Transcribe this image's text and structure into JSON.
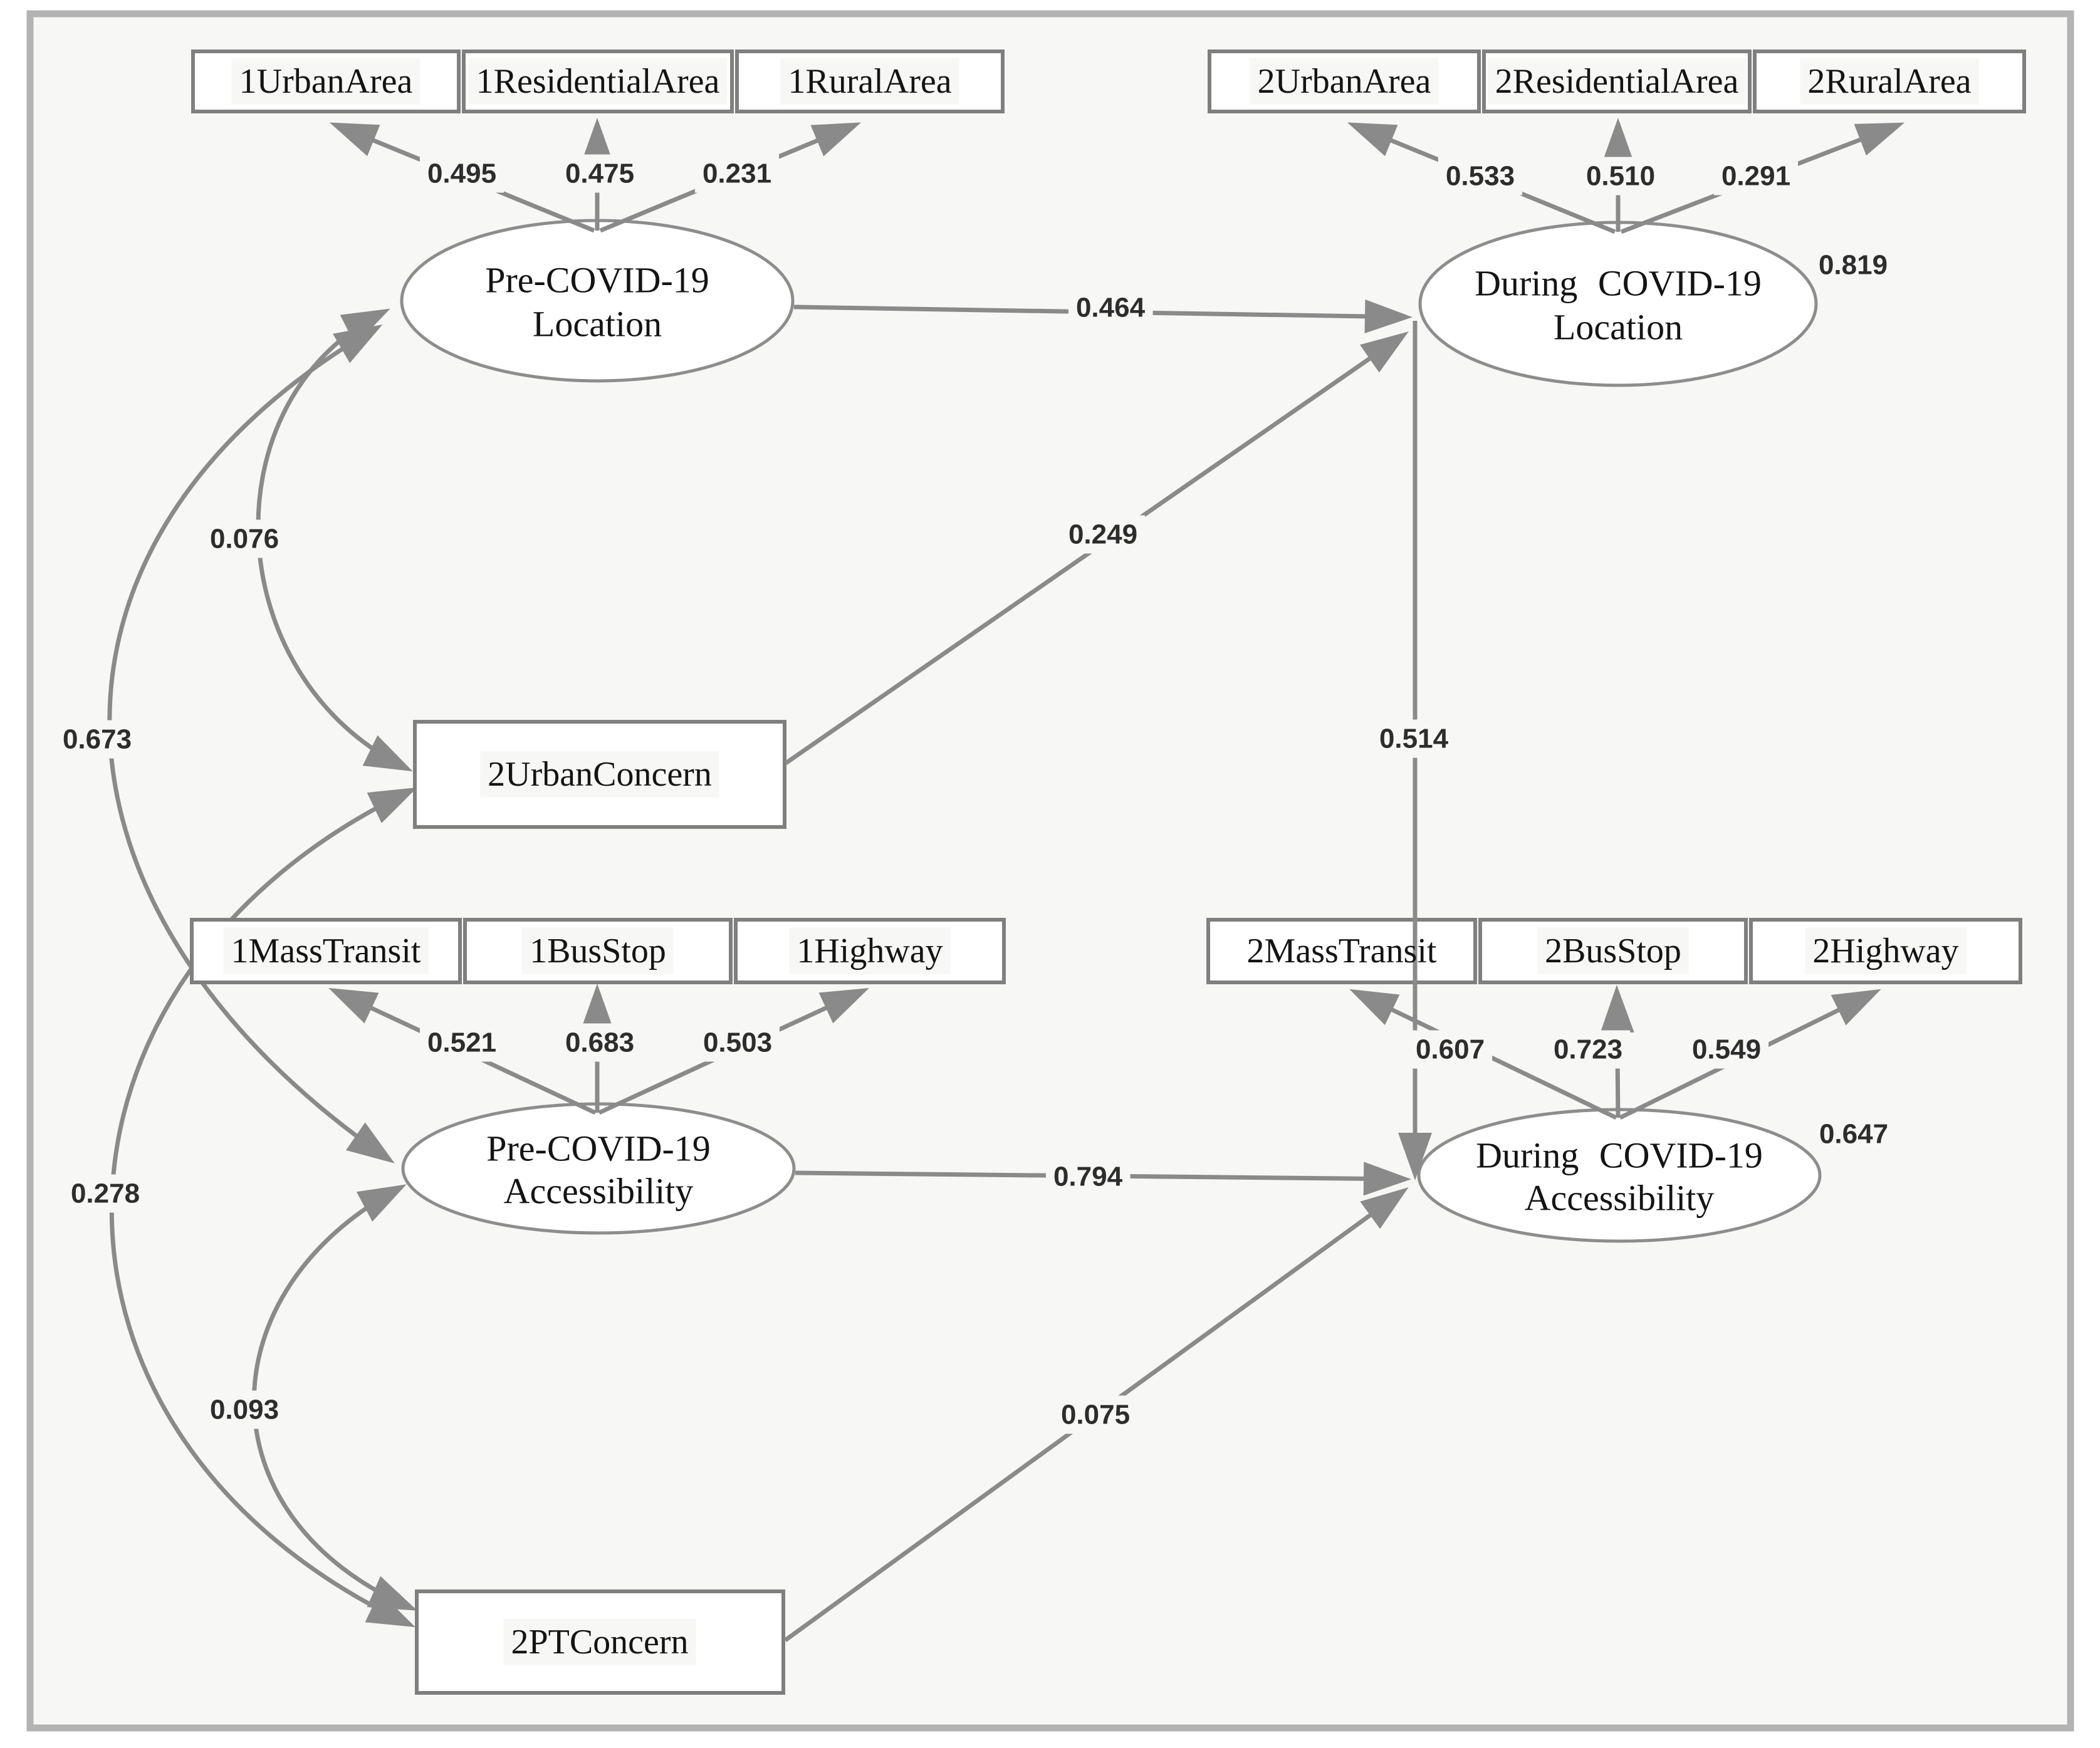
{
  "figure": {
    "type": "structural-equation-model-path-diagram",
    "background": "#f7f8f6",
    "line_color": "#8a8a8a",
    "text_color": "#141414"
  },
  "latents": {
    "pre_location": {
      "line1": "Pre-COVID-19",
      "line2": "Location"
    },
    "during_location": {
      "line1": "During COVID-19",
      "line2": "Location",
      "variance": "0.819"
    },
    "pre_accessibility": {
      "line1": "Pre-COVID-19",
      "line2": "Accessibility"
    },
    "during_accessibility": {
      "line1": "During COVID-19",
      "line2": "Accessibility",
      "variance": "0.647"
    }
  },
  "observed": {
    "urban_concern": "2UrbanConcern",
    "pt_concern": "2PTConcern"
  },
  "indicators": {
    "i1_urban": {
      "label": "1UrbanArea",
      "loading": "0.495"
    },
    "i1_residential": {
      "label": "1ResidentialArea",
      "loading": "0.475"
    },
    "i1_rural": {
      "label": "1RuralArea",
      "loading": "0.231"
    },
    "i2_urban": {
      "label": "2UrbanArea",
      "loading": "0.533"
    },
    "i2_residential": {
      "label": "2ResidentialArea",
      "loading": "0.510"
    },
    "i2_rural": {
      "label": "2RuralArea",
      "loading": "0.291"
    },
    "i1_masstransit": {
      "label": "1MassTransit",
      "loading": "0.521"
    },
    "i1_busstop": {
      "label": "1BusStop",
      "loading": "0.683"
    },
    "i1_highway": {
      "label": "1Highway",
      "loading": "0.503"
    },
    "i2_masstransit": {
      "label": "2MassTransit",
      "loading": "0.607"
    },
    "i2_busstop": {
      "label": "2BusStop",
      "loading": "0.723"
    },
    "i2_highway": {
      "label": "2Highway",
      "loading": "0.549"
    }
  },
  "paths": {
    "pre_loc_to_during_loc": "0.464",
    "urban_concern_to_during_loc": "0.249",
    "pre_acc_to_during_acc": "0.794",
    "pt_concern_to_during_acc": "0.075",
    "during_loc_to_during_acc": "0.514"
  },
  "covariances": {
    "pre_loc_urban_concern": "0.076",
    "pre_loc_pre_acc": "0.673",
    "urban_concern_pt_concern": "0.278",
    "pre_acc_pt_concern": "0.093"
  }
}
